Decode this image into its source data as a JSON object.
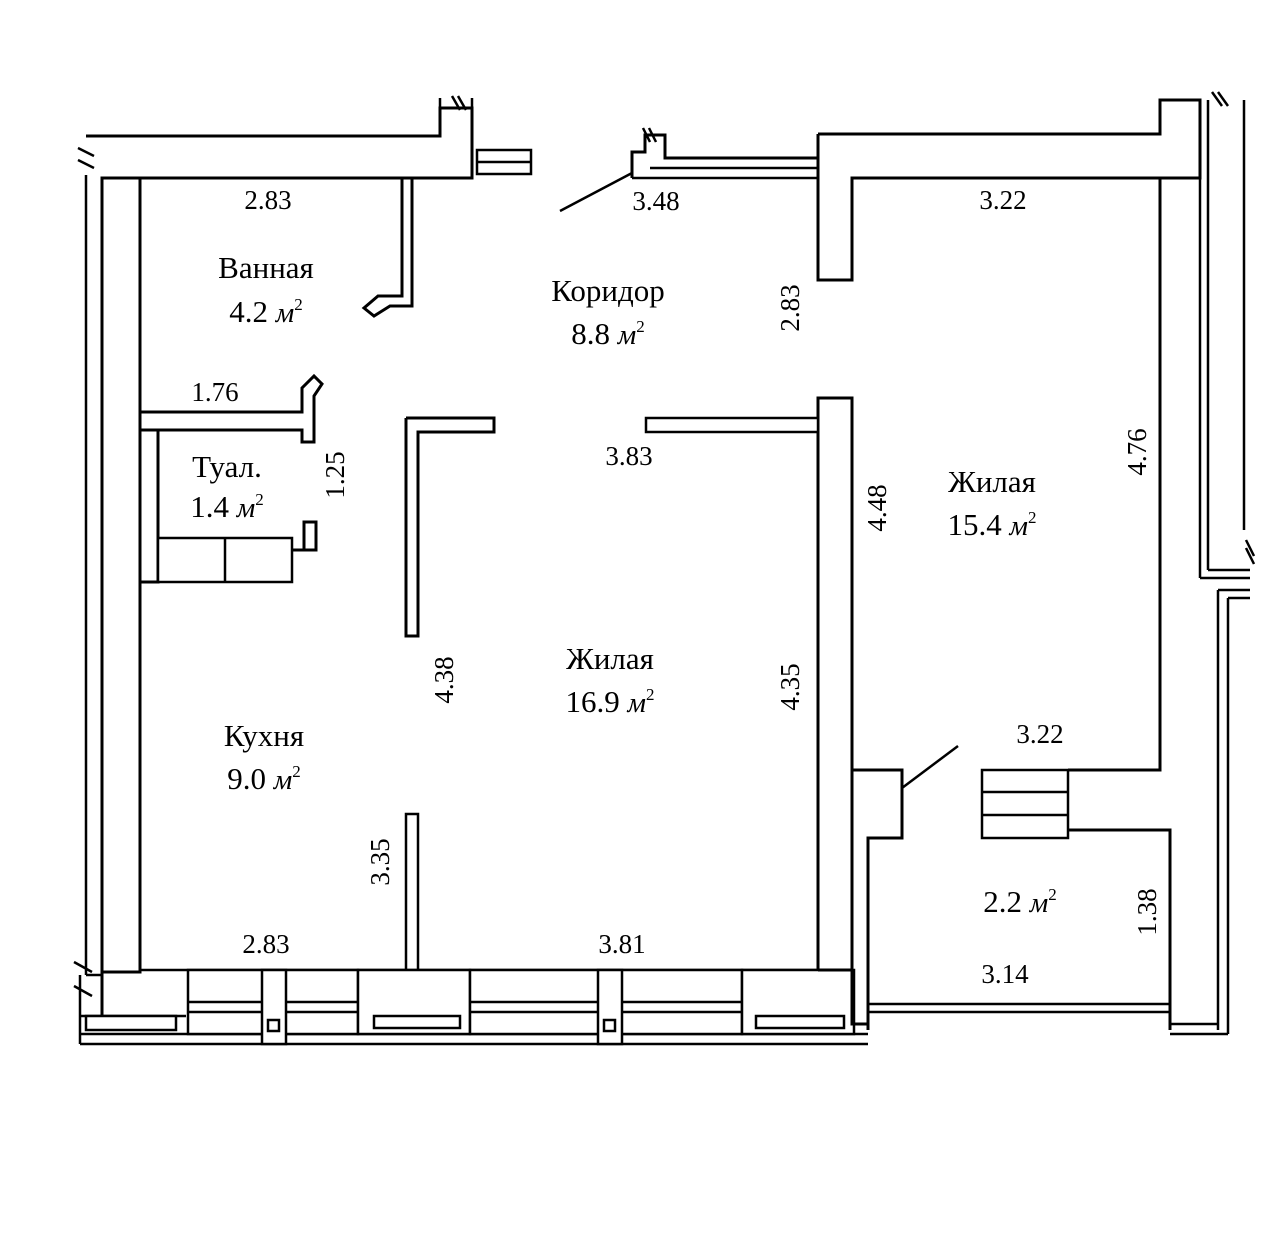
{
  "unit": "м",
  "unit_exp": "2",
  "rooms": [
    {
      "id": "bath",
      "name": "Ванная",
      "area": "4.2"
    },
    {
      "id": "corridor",
      "name": "Коридор",
      "area": "8.8"
    },
    {
      "id": "toilet",
      "name": "Туал.",
      "area": "1.4"
    },
    {
      "id": "living-right",
      "name": "Жилая",
      "area": "15.4"
    },
    {
      "id": "living-center",
      "name": "Жилая",
      "area": "16.9"
    },
    {
      "id": "kitchen",
      "name": "Кухня",
      "area": "9.0"
    },
    {
      "id": "balcony",
      "name": "",
      "area": "2.2"
    }
  ],
  "dimensions": {
    "bath_top": "2.83",
    "corridor_top": "3.48",
    "living_right_top": "3.22",
    "corridor_right": "2.83",
    "toilet_top": "1.76",
    "toilet_side": "1.25",
    "living_center_top": "3.83",
    "living_right_left": "4.48",
    "living_right_right": "4.76",
    "kitchen_right": "4.38",
    "living_center_right": "4.35",
    "living_right_bottom": "3.22",
    "kitchen_partition": "3.35",
    "kitchen_bottom": "2.83",
    "living_center_bottom": "3.81",
    "balcony_top": "3.14",
    "balcony_side": "1.38"
  }
}
